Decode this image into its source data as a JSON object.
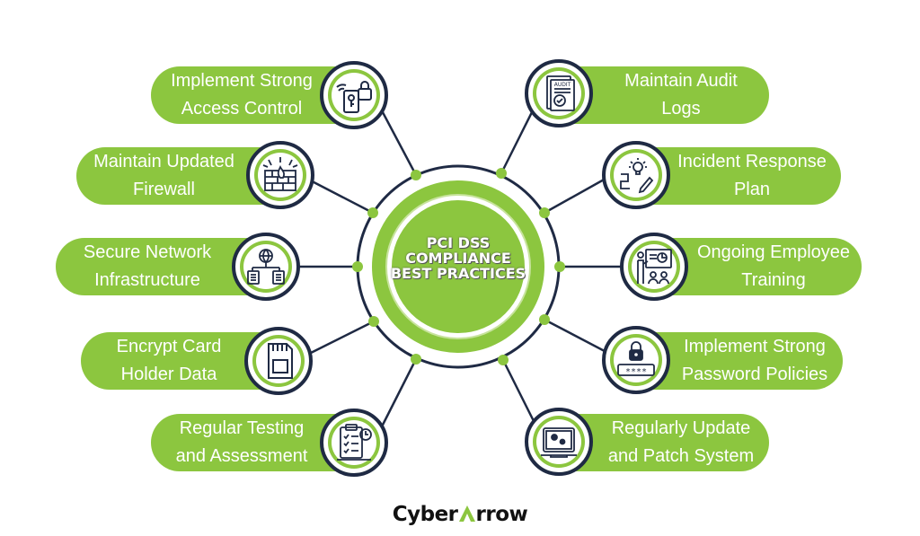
{
  "center": {
    "lines": [
      "PCI DSS",
      "COMPLIANCE",
      "BEST PRACTICES"
    ]
  },
  "nodes": [
    {
      "id": "access-control",
      "lines": [
        "Implement Strong",
        "Access Control"
      ],
      "icon": "access-control-icon"
    },
    {
      "id": "firewall",
      "lines": [
        "Maintain Updated",
        "Firewall"
      ],
      "icon": "firewall-icon"
    },
    {
      "id": "network",
      "lines": [
        "Secure Network",
        "Infrastructure"
      ],
      "icon": "network-icon"
    },
    {
      "id": "encrypt",
      "lines": [
        "Encrypt Card",
        "Holder Data"
      ],
      "icon": "sd-card-icon"
    },
    {
      "id": "testing",
      "lines": [
        "Regular Testing",
        "and Assessment"
      ],
      "icon": "checklist-icon"
    },
    {
      "id": "audit-logs",
      "lines": [
        "Maintain Audit",
        "Logs"
      ],
      "icon": "audit-icon"
    },
    {
      "id": "incident",
      "lines": [
        "Incident Response",
        "Plan"
      ],
      "icon": "incident-plan-icon"
    },
    {
      "id": "training",
      "lines": [
        "Ongoing Employee",
        "Training"
      ],
      "icon": "training-icon"
    },
    {
      "id": "password",
      "lines": [
        "Implement Strong",
        "Password Policies"
      ],
      "icon": "password-icon"
    },
    {
      "id": "patch",
      "lines": [
        "Regularly Update",
        "and Patch System"
      ],
      "icon": "update-icon"
    }
  ],
  "icon_texts": {
    "audit": "AUDIT",
    "password": "****"
  },
  "brand": {
    "part1": "Cyber",
    "part2": "rrow"
  },
  "colors": {
    "accent": "#8cc63f",
    "dark": "#1f2a44",
    "white": "#ffffff"
  }
}
